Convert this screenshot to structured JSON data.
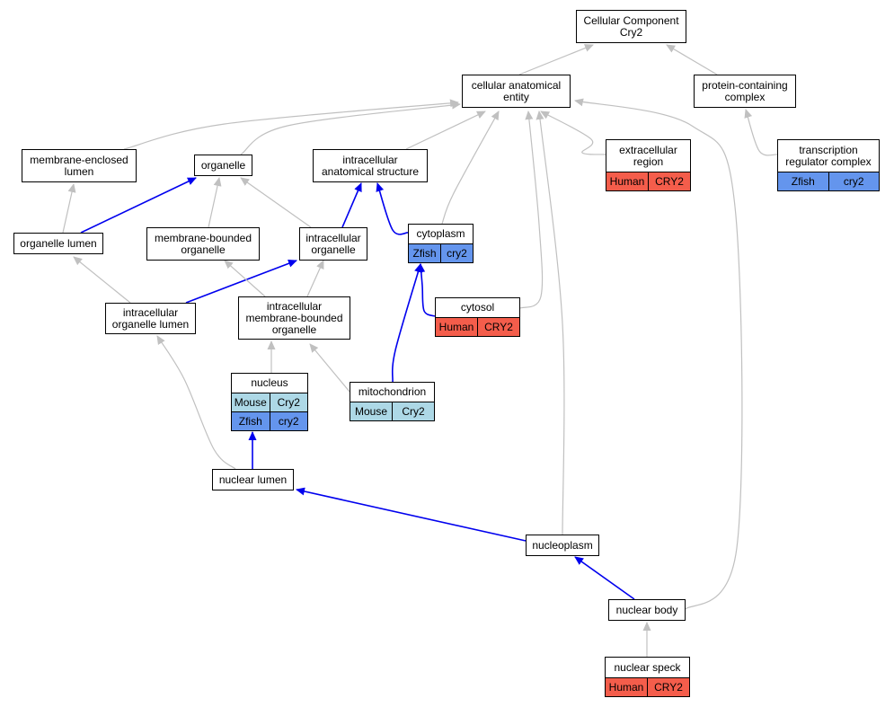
{
  "diagram_title": [
    "Cellular Component",
    "Cry2"
  ],
  "colors": {
    "gray_edge": "#c0c0c0",
    "blue_edge": "#0000ee",
    "Human": "#f45d4b",
    "Mouse": "#add8e6",
    "Zfish": "#6495ed"
  },
  "nodes": [
    {
      "id": "cc_root",
      "label": [
        "Cellular Component",
        "Cry2"
      ],
      "rows": []
    },
    {
      "id": "cae",
      "label": [
        "cellular anatomical",
        "entity"
      ],
      "rows": []
    },
    {
      "id": "pcc",
      "label": [
        "protein-containing",
        "complex"
      ],
      "rows": []
    },
    {
      "id": "mel",
      "label": [
        "membrane-enclosed",
        "lumen"
      ],
      "rows": []
    },
    {
      "id": "organelle",
      "label": [
        "organelle"
      ],
      "rows": []
    },
    {
      "id": "ias",
      "label": [
        "intracellular",
        "anatomical structure"
      ],
      "rows": []
    },
    {
      "id": "extracellular",
      "label": [
        "extracellular",
        "region"
      ],
      "rows": [
        {
          "species": "Human",
          "gene": "CRY2"
        }
      ]
    },
    {
      "id": "trc",
      "label": [
        "transcription",
        "regulator complex"
      ],
      "rows": [
        {
          "species": "Zfish",
          "gene": "cry2"
        }
      ]
    },
    {
      "id": "ol",
      "label": [
        "organelle lumen"
      ],
      "rows": []
    },
    {
      "id": "mbo",
      "label": [
        "membrane-bounded",
        "organelle"
      ],
      "rows": []
    },
    {
      "id": "io",
      "label": [
        "intracellular",
        "organelle"
      ],
      "rows": []
    },
    {
      "id": "cytoplasm",
      "label": [
        "cytoplasm"
      ],
      "rows": [
        {
          "species": "Zfish",
          "gene": "cry2"
        }
      ]
    },
    {
      "id": "cytosol",
      "label": [
        "cytosol"
      ],
      "rows": [
        {
          "species": "Human",
          "gene": "CRY2"
        }
      ]
    },
    {
      "id": "iol",
      "label": [
        "intracellular",
        "organelle lumen"
      ],
      "rows": []
    },
    {
      "id": "imbo",
      "label": [
        "intracellular",
        "membrane-bounded",
        "organelle"
      ],
      "rows": []
    },
    {
      "id": "nucleus",
      "label": [
        "nucleus"
      ],
      "rows": [
        {
          "species": "Mouse",
          "gene": "Cry2"
        },
        {
          "species": "Zfish",
          "gene": "cry2"
        }
      ]
    },
    {
      "id": "mito",
      "label": [
        "mitochondrion"
      ],
      "rows": [
        {
          "species": "Mouse",
          "gene": "Cry2"
        }
      ]
    },
    {
      "id": "nl",
      "label": [
        "nuclear lumen"
      ],
      "rows": []
    },
    {
      "id": "np",
      "label": [
        "nucleoplasm"
      ],
      "rows": []
    },
    {
      "id": "nb",
      "label": [
        "nuclear body"
      ],
      "rows": []
    },
    {
      "id": "ns",
      "label": [
        "nuclear speck"
      ],
      "rows": [
        {
          "species": "Human",
          "gene": "CRY2"
        }
      ]
    }
  ],
  "edges": [
    {
      "from": "cae",
      "to": "cc_root",
      "color": "gray"
    },
    {
      "from": "pcc",
      "to": "cc_root",
      "color": "gray"
    },
    {
      "from": "mel",
      "to": "cae",
      "color": "gray"
    },
    {
      "from": "organelle",
      "to": "cae",
      "color": "gray"
    },
    {
      "from": "ias",
      "to": "cae",
      "color": "gray"
    },
    {
      "from": "cytoplasm",
      "to": "cae",
      "color": "gray"
    },
    {
      "from": "cytosol",
      "to": "cae",
      "color": "gray"
    },
    {
      "from": "np",
      "to": "cae",
      "color": "gray"
    },
    {
      "from": "extracellular",
      "to": "cae",
      "color": "gray"
    },
    {
      "from": "nb",
      "to": "cae",
      "color": "gray"
    },
    {
      "from": "trc",
      "to": "pcc",
      "color": "gray"
    },
    {
      "from": "ol",
      "to": "mel",
      "color": "gray"
    },
    {
      "from": "ol",
      "to": "organelle",
      "color": "blue"
    },
    {
      "from": "mbo",
      "to": "organelle",
      "color": "gray"
    },
    {
      "from": "io",
      "to": "organelle",
      "color": "gray"
    },
    {
      "from": "io",
      "to": "ias",
      "color": "blue"
    },
    {
      "from": "cytoplasm",
      "to": "ias",
      "color": "blue"
    },
    {
      "from": "iol",
      "to": "ol",
      "color": "gray"
    },
    {
      "from": "iol",
      "to": "io",
      "color": "blue"
    },
    {
      "from": "imbo",
      "to": "mbo",
      "color": "gray"
    },
    {
      "from": "imbo",
      "to": "io",
      "color": "gray"
    },
    {
      "from": "cytosol",
      "to": "cytoplasm",
      "color": "blue"
    },
    {
      "from": "mito",
      "to": "cytoplasm",
      "color": "blue"
    },
    {
      "from": "nucleus",
      "to": "imbo",
      "color": "gray"
    },
    {
      "from": "mito",
      "to": "imbo",
      "color": "gray"
    },
    {
      "from": "nl",
      "to": "iol",
      "color": "gray"
    },
    {
      "from": "nl",
      "to": "nucleus",
      "color": "blue"
    },
    {
      "from": "np",
      "to": "nl",
      "color": "blue"
    },
    {
      "from": "nb",
      "to": "np",
      "color": "blue"
    },
    {
      "from": "ns",
      "to": "nb",
      "color": "gray"
    }
  ]
}
